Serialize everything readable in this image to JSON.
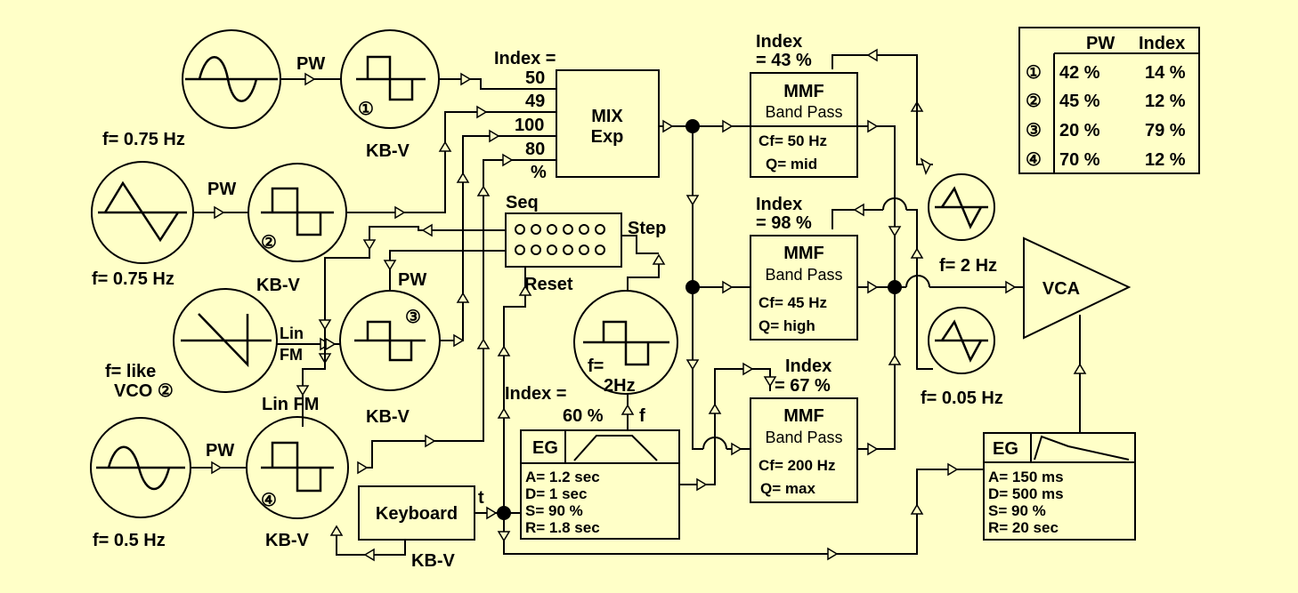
{
  "modulators": [
    {
      "freq": "f= 0.75 Hz",
      "pw_label": "PW",
      "vco_label": "KB-V",
      "num": "①"
    },
    {
      "freq": "f= 0.75 Hz",
      "pw_label": "PW",
      "vco_label": "KB-V",
      "num": "②"
    },
    {
      "freq_line1": "f= like",
      "freq_line2": "VCO ②",
      "lin": "Lin",
      "fm": "FM",
      "pw_label": "PW",
      "vco_label": "KB-V",
      "num": "③",
      "linfm": "Lin FM"
    },
    {
      "freq": "f= 0.5 Hz",
      "pw_label": "PW",
      "vco_label": "KB-V",
      "num": "④"
    }
  ],
  "mix": {
    "index_title": "Index =",
    "inputs": [
      "50",
      "49",
      "100",
      "80",
      "%"
    ],
    "label1": "MIX",
    "label2": "Exp"
  },
  "seq": {
    "title": "Seq",
    "step": "Step",
    "reset": "Reset"
  },
  "clock": {
    "freq1": "f=",
    "freq2": "2Hz",
    "index1": "Index =",
    "index2": "60 %",
    "f": "f"
  },
  "keyboard": {
    "label": "Keyboard",
    "t": "t",
    "kbv": "KB-V"
  },
  "eg1": {
    "title": "EG",
    "a": "A= 1.2 sec",
    "d": "D= 1 sec",
    "s": "S= 90 %",
    "r": "R= 1.8 sec"
  },
  "eg2": {
    "title": "EG",
    "a": "A= 150 ms",
    "d": "D= 500 ms",
    "s": "S= 90 %",
    "r": "R= 20 sec"
  },
  "filters": [
    {
      "index1": "Index",
      "index2": "= 43 %",
      "name": "MMF",
      "type": "Band Pass",
      "cf": "Cf= 50 Hz",
      "q": "Q= mid"
    },
    {
      "index1": "Index",
      "index2": "= 98 %",
      "name": "MMF",
      "type": "Band Pass",
      "cf": "Cf= 45 Hz",
      "q": "Q= high"
    },
    {
      "index1": "Index",
      "index2": "= 67 %",
      "name": "MMF",
      "type": "Band Pass",
      "cf": "Cf= 200 Hz",
      "q": "Q= max"
    }
  ],
  "lfo_right": [
    {
      "freq": "f= 2 Hz"
    },
    {
      "freq": "f= 0.05 Hz"
    }
  ],
  "vca": {
    "label": "VCA"
  },
  "table": {
    "headers": [
      "PW",
      "Index"
    ],
    "rows": [
      {
        "num": "①",
        "pw": "42 %",
        "index": "14 %"
      },
      {
        "num": "②",
        "pw": "45 %",
        "index": "12 %"
      },
      {
        "num": "③",
        "pw": "20 %",
        "index": "79 %"
      },
      {
        "num": "④",
        "pw": "70 %",
        "index": "12 %"
      }
    ]
  }
}
